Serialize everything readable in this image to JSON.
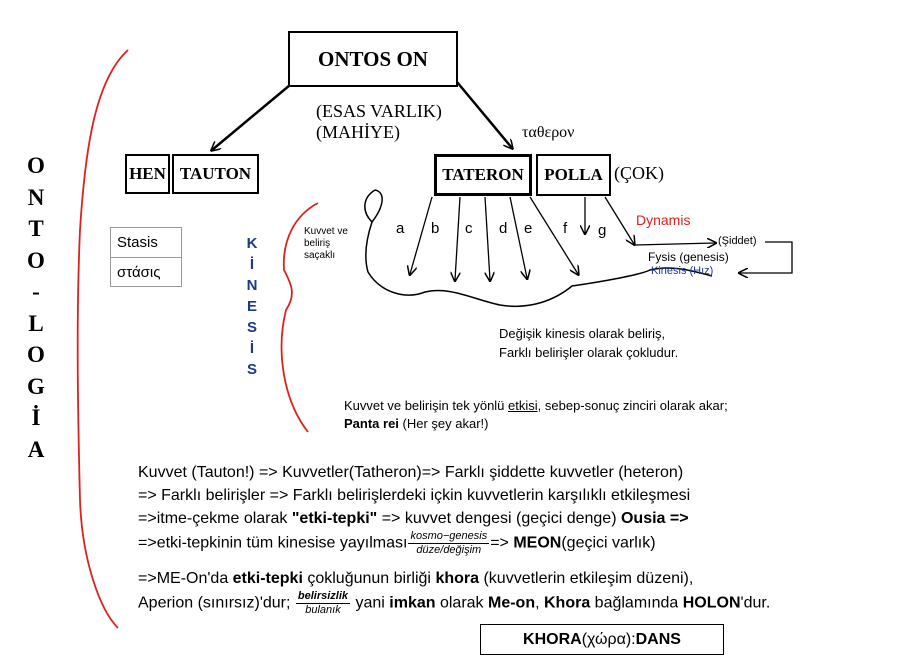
{
  "ontos_on": "ONTOS ON",
  "esas_varlik": "(ESAS VARLIK)",
  "mahiye": "(MAHİYE)",
  "greek_tateron": "ταθερον",
  "hen": "HEN",
  "tauton": "TAUTON",
  "tateron": "TATERON",
  "polla": "POLLA",
  "cok": "(ÇOK)",
  "ontologia": [
    "O",
    "N",
    "T",
    "O",
    "-",
    "L",
    "O",
    "G",
    "İ",
    "A"
  ],
  "kinesis": [
    "K",
    "İ",
    "N",
    "E",
    "S",
    "İ",
    "S"
  ],
  "stasis": "Stasis",
  "stasis_greek": "στάσις",
  "kuvvet_belirsis": [
    "Kuvvet ve",
    "beliriş",
    "saçaklı"
  ],
  "letters": [
    "a",
    "b",
    "c",
    "d",
    "e",
    "f",
    "g"
  ],
  "dynamis": "Dynamis",
  "siddet": "(Şiddet)",
  "fysis": "Fysis (genesis)",
  "kinesis_hiz": "Kinesis (Hız)",
  "degisik_1": "Değişik kinesis olarak beliriş,",
  "degisik_2": "Farklı belirişler olarak çokludur.",
  "akar_1": "Kuvvet ve belirişin tek yönlü ",
  "akar_1u": "etkisi",
  "akar_1b": ", sebep-sonuç zinciri olarak akar;",
  "panta_rei": "Panta rei",
  "her_sey": " (Her şey akar!)",
  "p1": "Kuvvet (Tauton!) => Kuvvetler(Tatheron)=> Farklı şiddette kuvvetler (heteron)",
  "p2": "=> Farklı belirişler => Farklı belirişlerdeki içkin kuvvetlerin karşılıklı etkileşmesi",
  "p3a": "=>itme-çekme olarak ",
  "p3b": "\"etki-tepki\"",
  "p3c": " => kuvvet dengesi (geçici denge) ",
  "p3d": "Ousia =>",
  "p4a": "=>etki-tepkinin tüm kinesise yayılması",
  "frac1_num": "kosmo−genesis",
  "frac1_den": "düze/değişim",
  "p4b": "=> ",
  "p4c": "MEON",
  "p4d": "(geçici varlık)",
  "p5a": "=>ME-On'da ",
  "p5b": "etki-tepki",
  "p5c": " çokluğunun birliği ",
  "p5d": "khora",
  "p5e": " (kuvvetlerin etkileşim düzeni),",
  "p6a": "Aperion (sınırsız)'dur; ",
  "frac2_num": "belirsizlik",
  "frac2_den": "bulanık",
  "p6b": " yani ",
  "p6c": "imkan",
  "p6d": " olarak ",
  "p6e": "Me-on",
  "p6f": ", ",
  "p6g": "Khora",
  "p6h": " bağlamında ",
  "p6i": "HOLON",
  "p6j": "'dur.",
  "khora_a": "KHORA",
  "khora_b": "(χώρα): ",
  "khora_c": "DANS",
  "colors": {
    "red": "#e0201c",
    "blue": "#1a3a8c",
    "black": "#000000"
  }
}
